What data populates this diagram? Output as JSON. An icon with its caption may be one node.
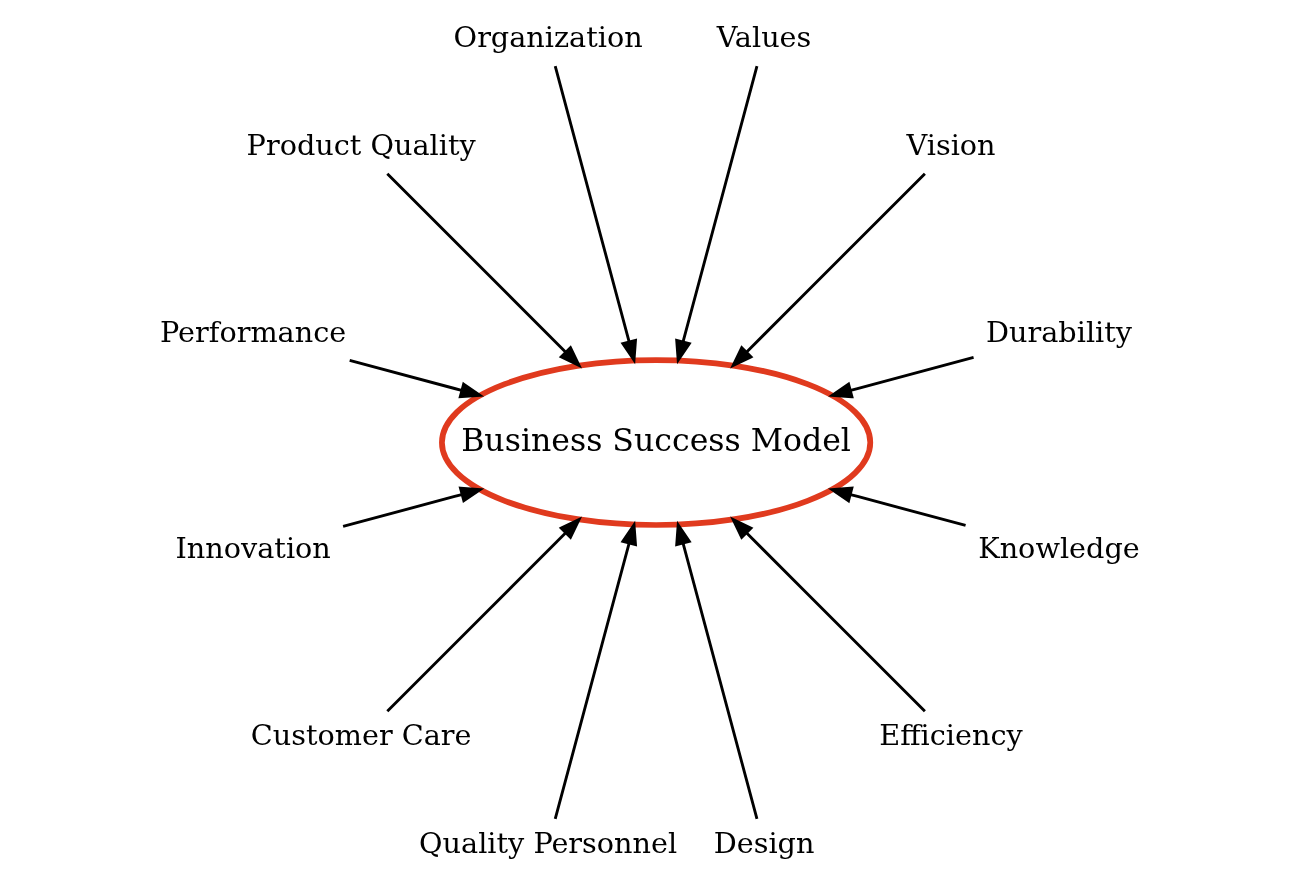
{
  "diagram": {
    "nodes": [
      {
        "text": [
          "Business Success Model"
        ]
      },
      {
        "text": [
          "Durability"
        ]
      },
      {
        "text": [
          "Vision"
        ]
      },
      {
        "text": [
          "Values"
        ]
      },
      {
        "text": [
          "Organization"
        ]
      },
      {
        "text": [
          "Product Quality"
        ]
      },
      {
        "text": [
          "Performance"
        ]
      },
      {
        "text": [
          "Innovation"
        ]
      },
      {
        "text": [
          "Customer Care"
        ]
      },
      {
        "text": [
          "Quality Personnel"
        ]
      },
      {
        "text": [
          "Design"
        ]
      },
      {
        "text": [
          "Efficiency"
        ]
      },
      {
        "text": [
          "Knowledge"
        ]
      }
    ],
    "edges": [
      {
        "from": 1,
        "to": 0,
        "arrow": "to"
      },
      {
        "from": 2,
        "to": 0,
        "arrow": "to"
      },
      {
        "from": 3,
        "to": 0,
        "arrow": "to"
      },
      {
        "from": 4,
        "to": 0,
        "arrow": "to"
      },
      {
        "from": 5,
        "to": 0,
        "arrow": "to"
      },
      {
        "from": 6,
        "to": 0,
        "arrow": "to"
      },
      {
        "from": 7,
        "to": 0,
        "arrow": "to"
      },
      {
        "from": 8,
        "to": 0,
        "arrow": "to"
      },
      {
        "from": 9,
        "to": 0,
        "arrow": "to"
      },
      {
        "from": 10,
        "to": 0,
        "arrow": "to"
      },
      {
        "from": 11,
        "to": 0,
        "arrow": "to"
      },
      {
        "from": 12,
        "to": 0,
        "arrow": "to"
      }
    ]
  }
}
